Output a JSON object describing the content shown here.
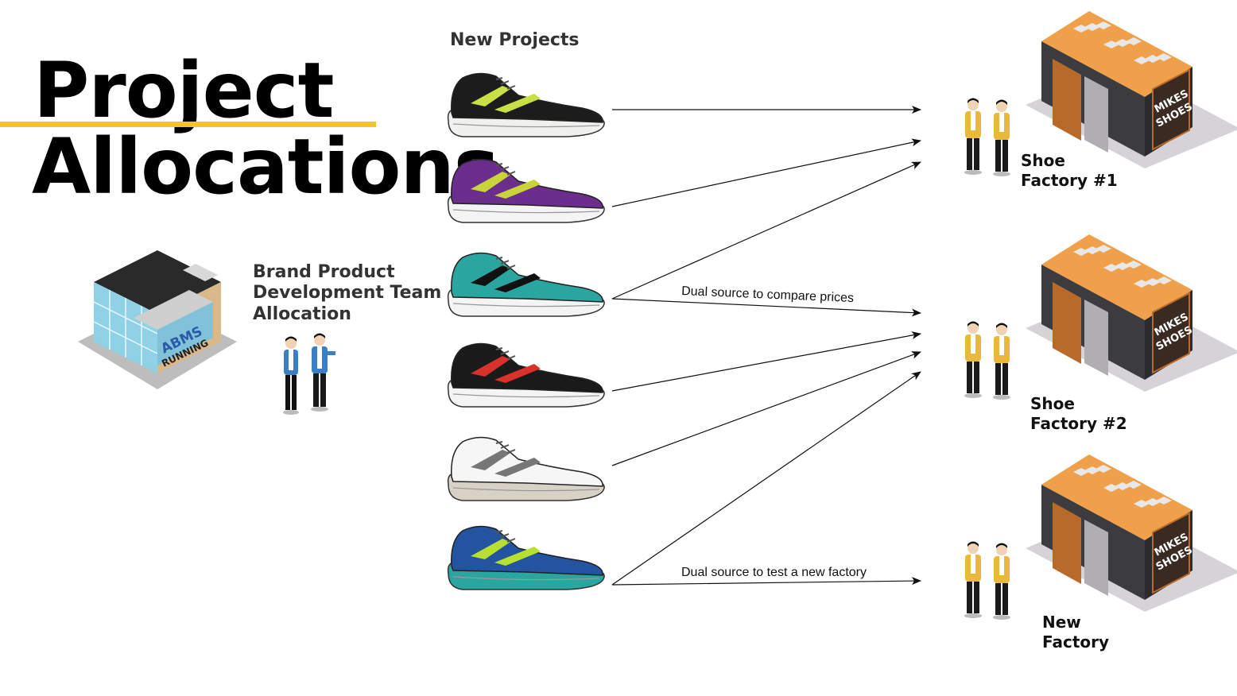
{
  "title": {
    "line1": "Project",
    "line2": "Allocations"
  },
  "accent_color": "#f2c230",
  "new_projects_label": "New Projects",
  "brand_team": {
    "line1": "Brand Product",
    "line2": "Development Team",
    "line3": "Allocation",
    "building_sign": {
      "brand": "ABMS",
      "sub": "RUNNING"
    }
  },
  "factories": [
    {
      "line1": "Shoe",
      "line2": "Factory #1",
      "sign": [
        "MIKES",
        "SHOES"
      ]
    },
    {
      "line1": "Shoe",
      "line2": "Factory #2",
      "sign": [
        "MIKES",
        "SHOES"
      ]
    },
    {
      "line1": "New",
      "line2": "Factory",
      "sign": [
        "MIKES",
        "SHOES"
      ]
    }
  ],
  "annotations": {
    "compare": "Dual source to compare prices",
    "test": "Dual source to test a new factory"
  },
  "shoes": [
    {
      "name": "black-yellow-shoe",
      "upper": "#1c1c1c",
      "accent": "#c8e046",
      "sole": "#f0f0ee"
    },
    {
      "name": "purple-shoe",
      "upper": "#6b2e8c",
      "accent": "#c8d43a",
      "sole": "#f4f4f4"
    },
    {
      "name": "teal-shoe",
      "upper": "#2aa6a0",
      "accent": "#111111",
      "sole": "#f4f4f4"
    },
    {
      "name": "black-red-shoe",
      "upper": "#1a1a1a",
      "accent": "#d8322a",
      "sole": "#f4f4f4"
    },
    {
      "name": "white-shoe",
      "upper": "#f6f6f6",
      "accent": "#777777",
      "sole": "#d8d2c6"
    },
    {
      "name": "blue-green-shoe",
      "upper": "#2454a0",
      "accent": "#b8e030",
      "sole": "#2aa6a0"
    }
  ]
}
